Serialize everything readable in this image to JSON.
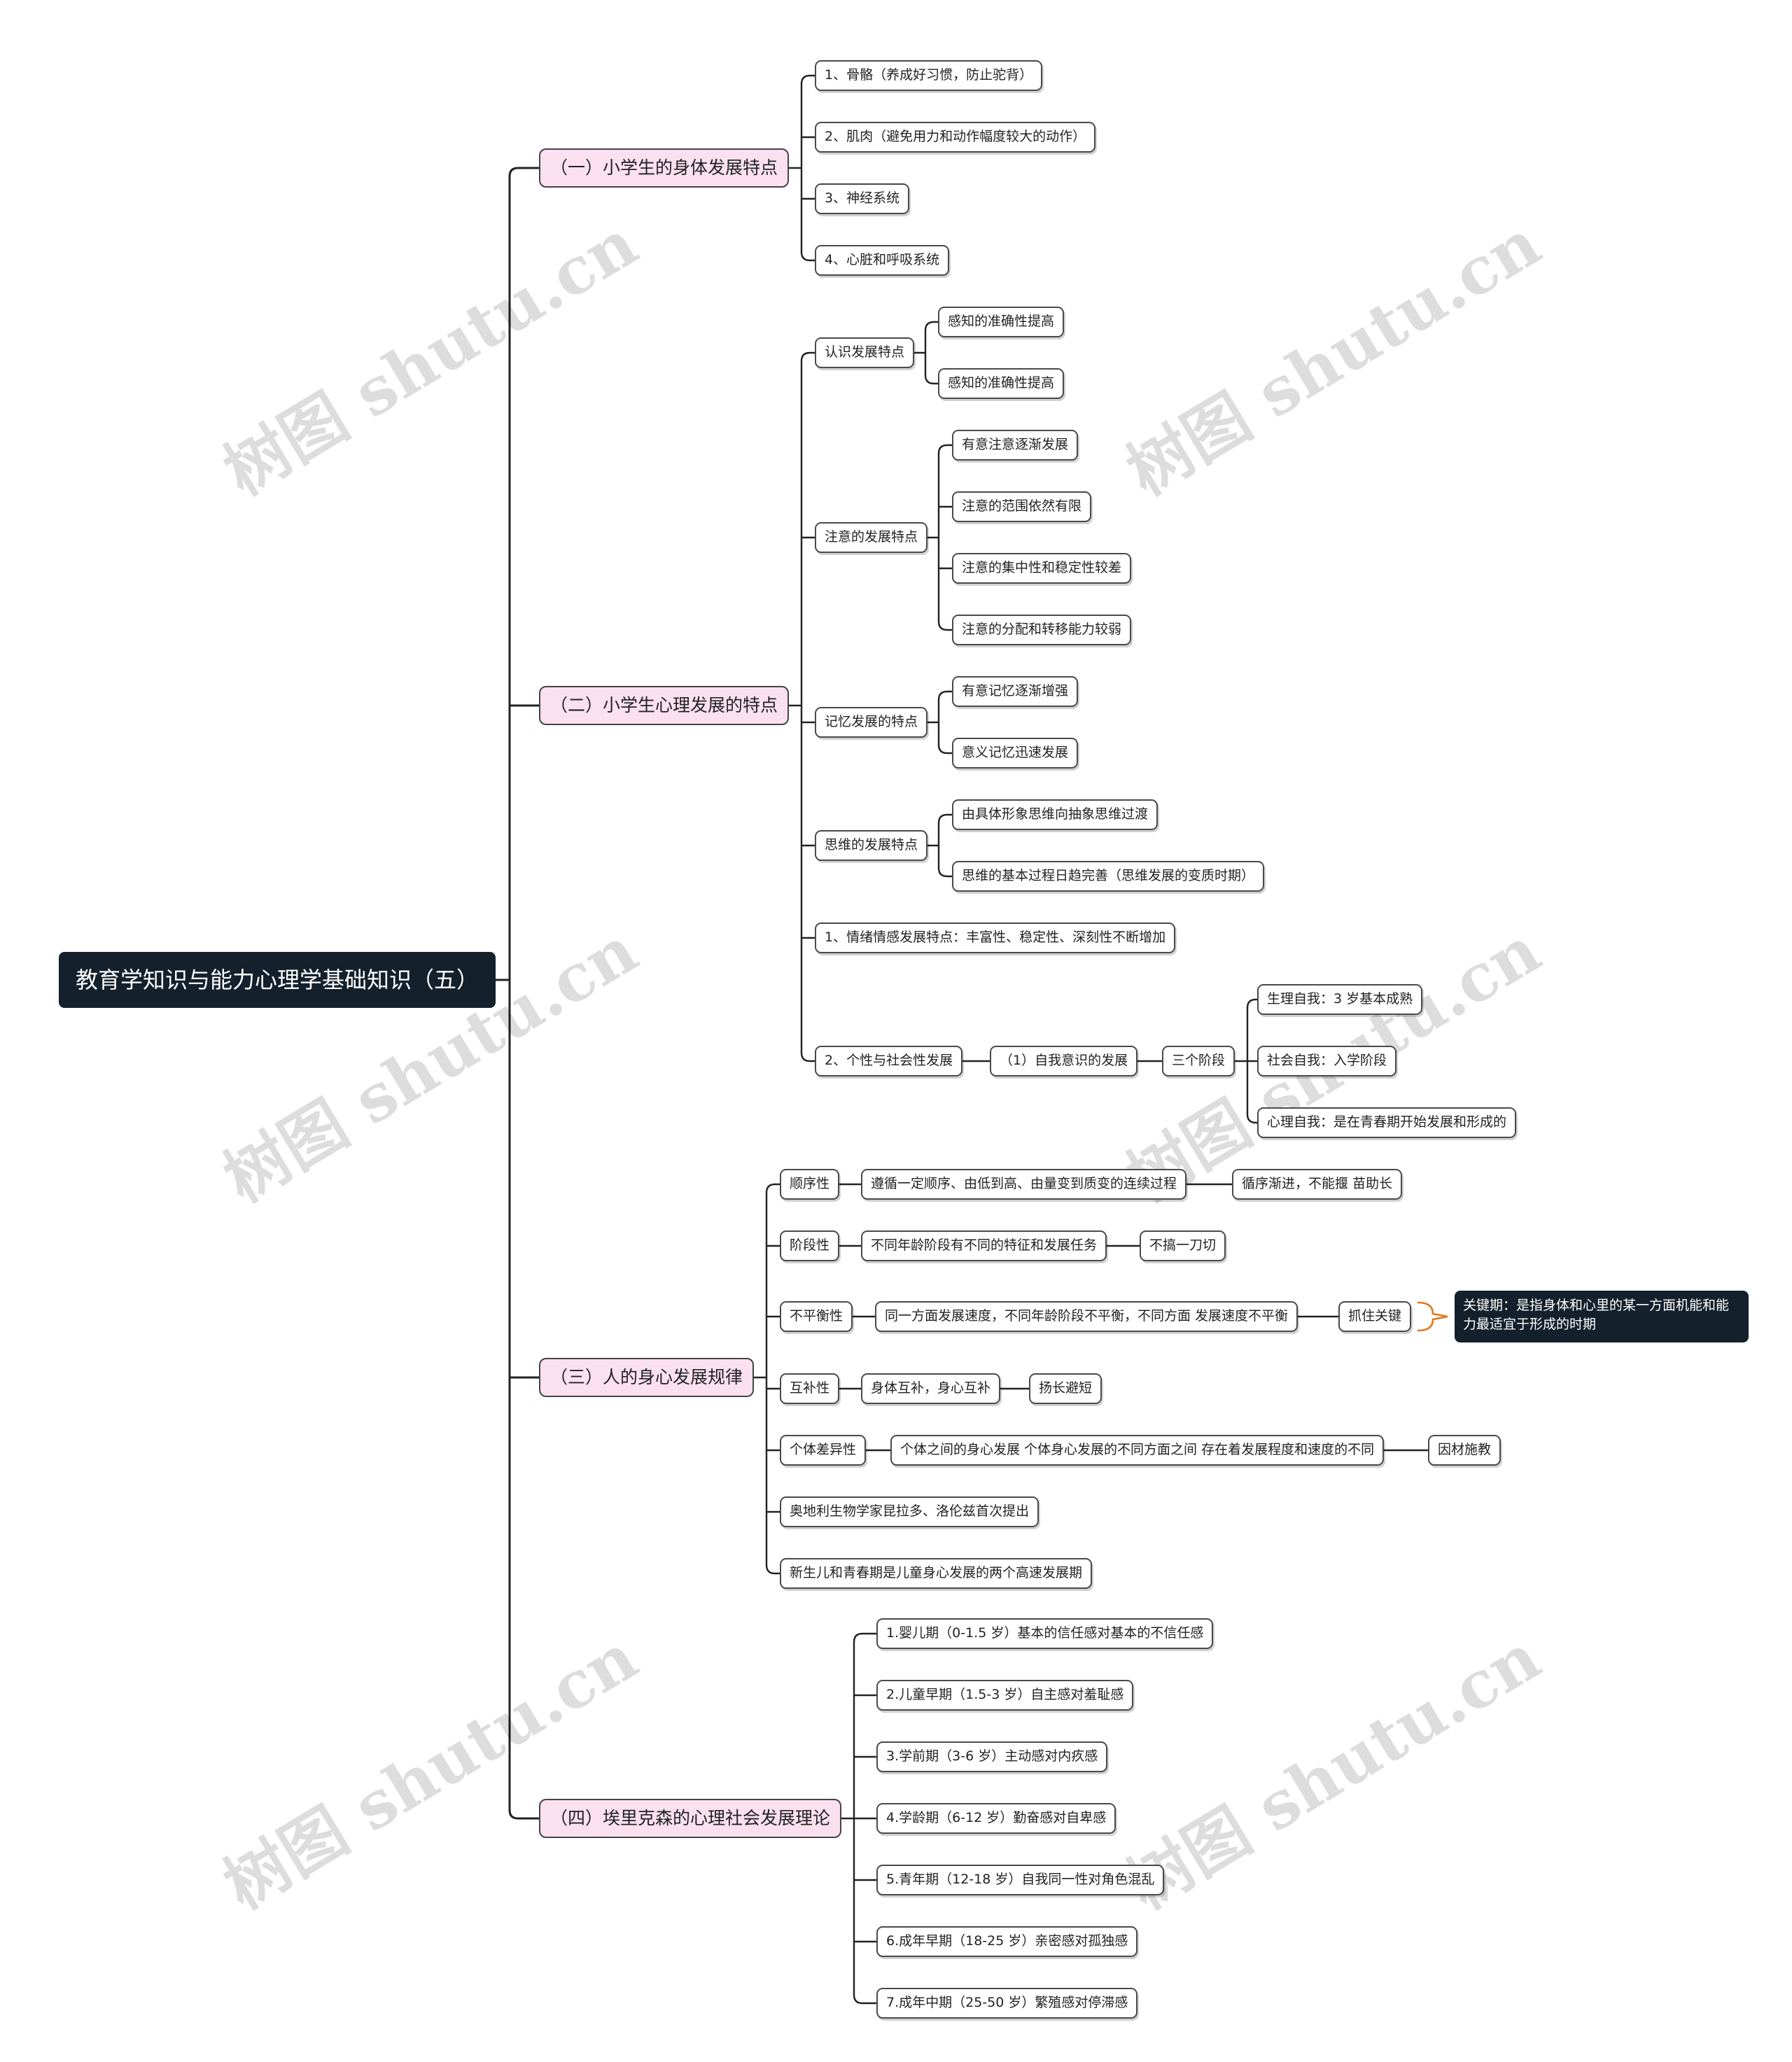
{
  "title": "教育学知识与能力心理学基础知识（五）",
  "watermark": "树图 shutu.cn",
  "colors": {
    "root_bg": "#14202c",
    "branch_bg": "#fbe1f0",
    "line": "#222222",
    "note_bracket": "#e07a1f"
  },
  "branches": [
    {
      "label": "（一）小学生的身体发展特点",
      "items": [
        "1、骨骼（养成好习惯，防止驼背）",
        "2、肌肉（避免用力和动作幅度较大的动作）",
        "3、神经系统",
        "4、心脏和呼吸系统"
      ]
    },
    {
      "label": "（二）小学生心理发展的特点",
      "groups": [
        {
          "label": "认识发展特点",
          "items": [
            "感知的准确性提高",
            "感知的准确性提高"
          ]
        },
        {
          "label": "注意的发展特点",
          "items": [
            "有意注意逐渐发展",
            "注意的范围依然有限",
            "注意的集中性和稳定性较差",
            "注意的分配和转移能力较弱"
          ]
        },
        {
          "label": "记忆发展的特点",
          "items": [
            "有意记忆逐渐增强",
            "意义记忆迅速发展"
          ]
        },
        {
          "label": "思维的发展特点",
          "items": [
            "由具体形象思维向抽象思维过渡",
            "思维的基本过程日趋完善（思维发展的变质时期）"
          ]
        },
        {
          "label": "1、情绪情感发展特点：丰富性、稳定性、深刻性不断增加"
        },
        {
          "label": "2、个性与社会性发展",
          "chain": [
            "（1）自我意识的发展",
            "三个阶段"
          ],
          "items": [
            "生理自我：3 岁基本成熟",
            "社会自我：入学阶段",
            "心理自我：是在青春期开始发展和形成的"
          ]
        }
      ]
    },
    {
      "label": "（三）人的身心发展规律",
      "rows": [
        {
          "items": [
            "顺序性",
            "遵循一定顺序、由低到高、由量变到质变的连续过程",
            "循序渐进，不能揠 苗助长"
          ]
        },
        {
          "items": [
            "阶段性",
            "不同年龄阶段有不同的特征和发展任务",
            "不搞一刀切"
          ]
        },
        {
          "items": [
            "不平衡性",
            "同一方面发展速度，不同年龄阶段不平衡，不同方面 发展速度不平衡",
            "抓住关键"
          ],
          "note": "关键期：是指身体和心里的某一方面机能和能力最适宜于形成的时期"
        },
        {
          "items": [
            "互补性",
            "身体互补，身心互补",
            "扬长避短"
          ]
        },
        {
          "items": [
            "个体差异性",
            "个体之间的身心发展 个体身心发展的不同方面之间 存在着发展程度和速度的不同",
            "因材施教"
          ]
        },
        {
          "items": [
            "奥地利生物学家昆拉多、洛伦兹首次提出"
          ]
        },
        {
          "items": [
            "新生儿和青春期是儿童身心发展的两个高速发展期"
          ]
        }
      ]
    },
    {
      "label": "（四）埃里克森的心理社会发展理论",
      "items": [
        "1.婴儿期（0-1.5 岁）基本的信任感对基本的不信任感",
        "2.儿童早期（1.5-3 岁）自主感对羞耻感",
        "3.学前期（3-6 岁）主动感对内疚感",
        "4.学龄期（6-12 岁）勤奋感对自卑感",
        "5.青年期（12-18 岁）自我同一性对角色混乱",
        "6.成年早期（18-25 岁）亲密感对孤独感",
        "7.成年中期（25-50 岁）繁殖感对停滞感"
      ]
    }
  ]
}
